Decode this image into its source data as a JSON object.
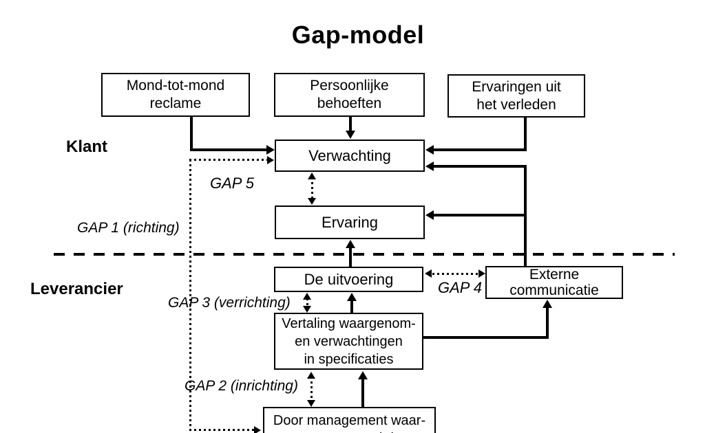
{
  "title": "Gap-model",
  "labels": {
    "customer": "Klant",
    "supplier": "Leverancier"
  },
  "boxes": {
    "word_of_mouth": "Mond-tot-mond\nreclame",
    "personal_needs": "Persoonlijke\nbehoeften",
    "past_experiences": "Ervaringen uit\nhet verleden",
    "expectation": "Verwachting",
    "experience": "Ervaring",
    "delivery": "De uitvoering",
    "external_communication": "Externe\ncommunicatie",
    "translation": "Vertaling waargenom-\nen verwachtingen\nin specificaties",
    "management_perception": "Door management waar-\ngenomen verwachtingen"
  },
  "gaps": {
    "gap1": "GAP 1 (richting)",
    "gap2": "GAP 2 (inrichting)",
    "gap3": "GAP 3 (verrichting)",
    "gap4": "GAP 4",
    "gap5": "GAP 5"
  },
  "colors": {
    "line": "#000000",
    "background": "#ffffff",
    "box_fill": "#ffffff"
  }
}
